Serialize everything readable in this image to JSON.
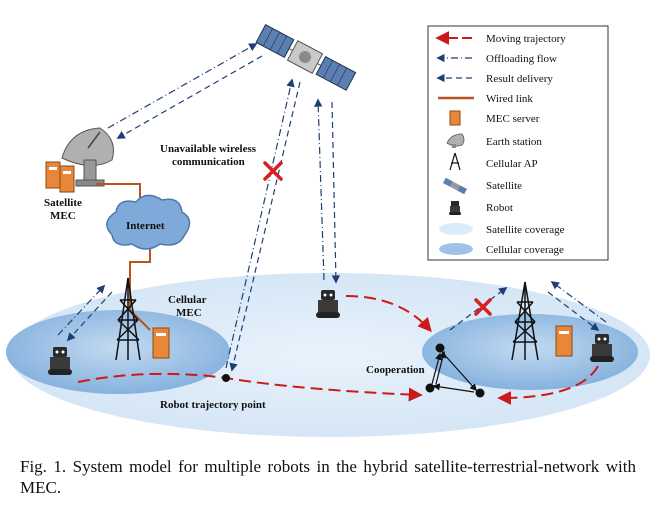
{
  "labels": {
    "satellite_mec": [
      "Satellite",
      "MEC"
    ],
    "internet": "Internet",
    "cellular_mec": [
      "Cellular",
      "MEC"
    ],
    "unavailable": [
      "Unavailable wireless",
      "communication"
    ],
    "cooperation": "Cooperation",
    "trajectory_point": "Robot trajectory point"
  },
  "legend": {
    "items": [
      {
        "symbol": "moving-trajectory",
        "label": "Moving trajectory"
      },
      {
        "symbol": "offloading-flow",
        "label": "Offloading flow"
      },
      {
        "symbol": "result-delivery",
        "label": "Result delivery"
      },
      {
        "symbol": "wired-link",
        "label": "Wired link"
      },
      {
        "symbol": "mec-server",
        "label": "MEC server"
      },
      {
        "symbol": "earth-station",
        "label": "Earth station"
      },
      {
        "symbol": "cellular-ap",
        "label": "Cellular AP"
      },
      {
        "symbol": "satellite",
        "label": "Satellite"
      },
      {
        "symbol": "robot",
        "label": "Robot"
      },
      {
        "symbol": "satellite-coverage",
        "label": "Satellite coverage"
      },
      {
        "symbol": "cellular-coverage",
        "label": "Cellular coverage"
      }
    ]
  },
  "caption": "Fig. 1.  System model for multiple robots in the hybrid satellite-terrestrial-network with MEC.",
  "colors": {
    "trajectory": "#cc1a1a",
    "flow": "#1f3f73",
    "wired": "#b4561c",
    "satellite_coverage": "#dcebf8",
    "cellular_coverage": "#9fc3e6",
    "mec_server": "#e8873a"
  }
}
